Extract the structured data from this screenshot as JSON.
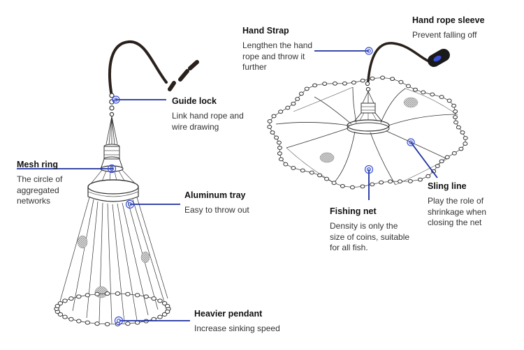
{
  "colors": {
    "leader_line": "#1b2f9e",
    "marker": "#3a4fd6",
    "net_line": "#2b2b2b",
    "rope": "#2a211c",
    "background": "#ffffff"
  },
  "labels": {
    "guide_lock": {
      "title": "Guide lock",
      "desc": "Link hand rope and wire drawing"
    },
    "mesh_ring": {
      "title": "Mesh ring",
      "desc": "The circle of aggregated networks"
    },
    "aluminum_tray": {
      "title": "Aluminum tray",
      "desc": "Easy to throw out"
    },
    "heavier_pendant": {
      "title": "Heavier pendant",
      "desc": "Increase sinking speed"
    },
    "hand_strap": {
      "title": "Hand Strap",
      "desc": "Lengthen the hand rope and throw it further"
    },
    "hand_rope_sleeve": {
      "title": "Hand rope sleeve",
      "desc": "Prevent falling off"
    },
    "sling_line": {
      "title": "Sling line",
      "desc": "Play the role of shrinkage when closing the net"
    },
    "fishing_net": {
      "title": "Fishing net",
      "desc": "Density is only the size of coins, suitable for all fish."
    }
  }
}
